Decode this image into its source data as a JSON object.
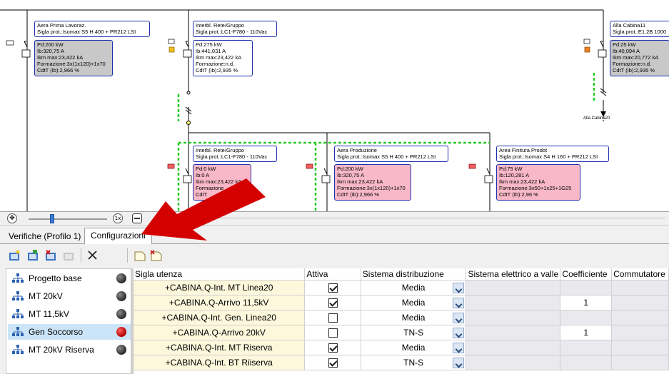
{
  "diagram": {
    "labels": [
      {
        "l1": "Aera Prima Lavoraz.",
        "l2": "Sigla prot.:Isomax S5 H 400 + PR212 LSI"
      },
      {
        "l1": "Interbl. Rete/Gruppo",
        "l2": "Sigla prot.:LC1-F780 - 110Vac"
      },
      {
        "l1": "Alla Cabina11",
        "l2": "Sigla prot.:E1.2B 1000"
      },
      {
        "l1": "Interbl. Rete/Gruppo",
        "l2": "Sigla prot.:LC1-F780 - 110Vac"
      },
      {
        "l1": "Aera Produzione",
        "l2": "Sigla prot.:Isomax S5 H 400 + PR212 LSI"
      },
      {
        "l1": "Area Finitura Prodot",
        "l2": "Sigla prot.:Isomax S4 H 160 + PR212 LSI"
      }
    ],
    "data_boxes": [
      [
        "Pd:200 kW",
        "Ib:320,75 A",
        "Ikm max:23,422 kA",
        "Formazione:3x(1x120)+1x70",
        "CdtT (Ib):2,966 %"
      ],
      [
        "Pd:275 kW",
        "Ib:441,031 A",
        "Ikm max:23,422 kA",
        "Formazione:n.d.",
        "CdtT (Ib):2,935 %"
      ],
      [
        "Pd:25 kW",
        "Ib:40,094 A",
        "Ikm max:20,772 kA",
        "Formazione:n.d.",
        "CdtT (Ib):2,935 %"
      ],
      [
        "Pd:0 kW",
        "Ib:0 A",
        "Ikm max:23,422 kA",
        "Formazione",
        "CdtT"
      ],
      [
        "Pd:200 kW",
        "Ib:320,75 A",
        "Ikm max:23,422 kA",
        "Formazione:3x(1x120)+1x70",
        "CdtT (Ib):2,966 %"
      ],
      [
        "Pd:75 kW",
        "Ib:120,281 A",
        "Ikm max:23,422 kA",
        "Formazione:3x50+1x25+1G25",
        "CdtT (Ib):2,96 %"
      ]
    ],
    "cabin_label": "Alla Cabina20"
  },
  "zoombar": {
    "zoom_label": "1x"
  },
  "tabs": [
    {
      "label": "Verifiche (Profilo 1)"
    },
    {
      "label": "Configurazioni"
    }
  ],
  "toolbar": {
    "icons": [
      "new-config-icon",
      "import-config-icon",
      "delete-config-icon",
      "refresh-config-icon",
      "close-icon",
      "new-page-icon",
      "delete-page-icon"
    ]
  },
  "configs": [
    {
      "label": "Progetto base",
      "status": "gray"
    },
    {
      "label": "MT 20kV",
      "status": "gray"
    },
    {
      "label": "MT 11,5kV",
      "status": "gray"
    },
    {
      "label": "Gen Soccorso",
      "status": "red"
    },
    {
      "label": "MT 20kV Riserva",
      "status": "gray"
    }
  ],
  "grid": {
    "columns": [
      "Sigla utenza",
      "Attiva",
      "Sistema distribuzione",
      "Sistema elettrico a valle",
      "Coefficiente",
      "Commutatore"
    ],
    "rows": [
      {
        "sigla": "+CABINA.Q-Int. MT Linea20",
        "attiva": true,
        "sistema": "Media",
        "coef": ""
      },
      {
        "sigla": "+CABINA.Q-Arrivo 11,5kV",
        "attiva": true,
        "sistema": "Media",
        "coef": "1"
      },
      {
        "sigla": "+CABINA.Q-Int. Gen. Linea20",
        "attiva": false,
        "sistema": "Media",
        "coef": ""
      },
      {
        "sigla": "+CABINA.Q-Arrivo 20kV",
        "attiva": false,
        "sistema": "TN-S",
        "coef": "1"
      },
      {
        "sigla": "+CABINA.Q-Int. MT Riserva",
        "attiva": true,
        "sistema": "Media",
        "coef": ""
      },
      {
        "sigla": "+CABINA.Q-Int. BT Riiserva",
        "attiva": true,
        "sistema": "TN-S",
        "coef": ""
      }
    ]
  }
}
